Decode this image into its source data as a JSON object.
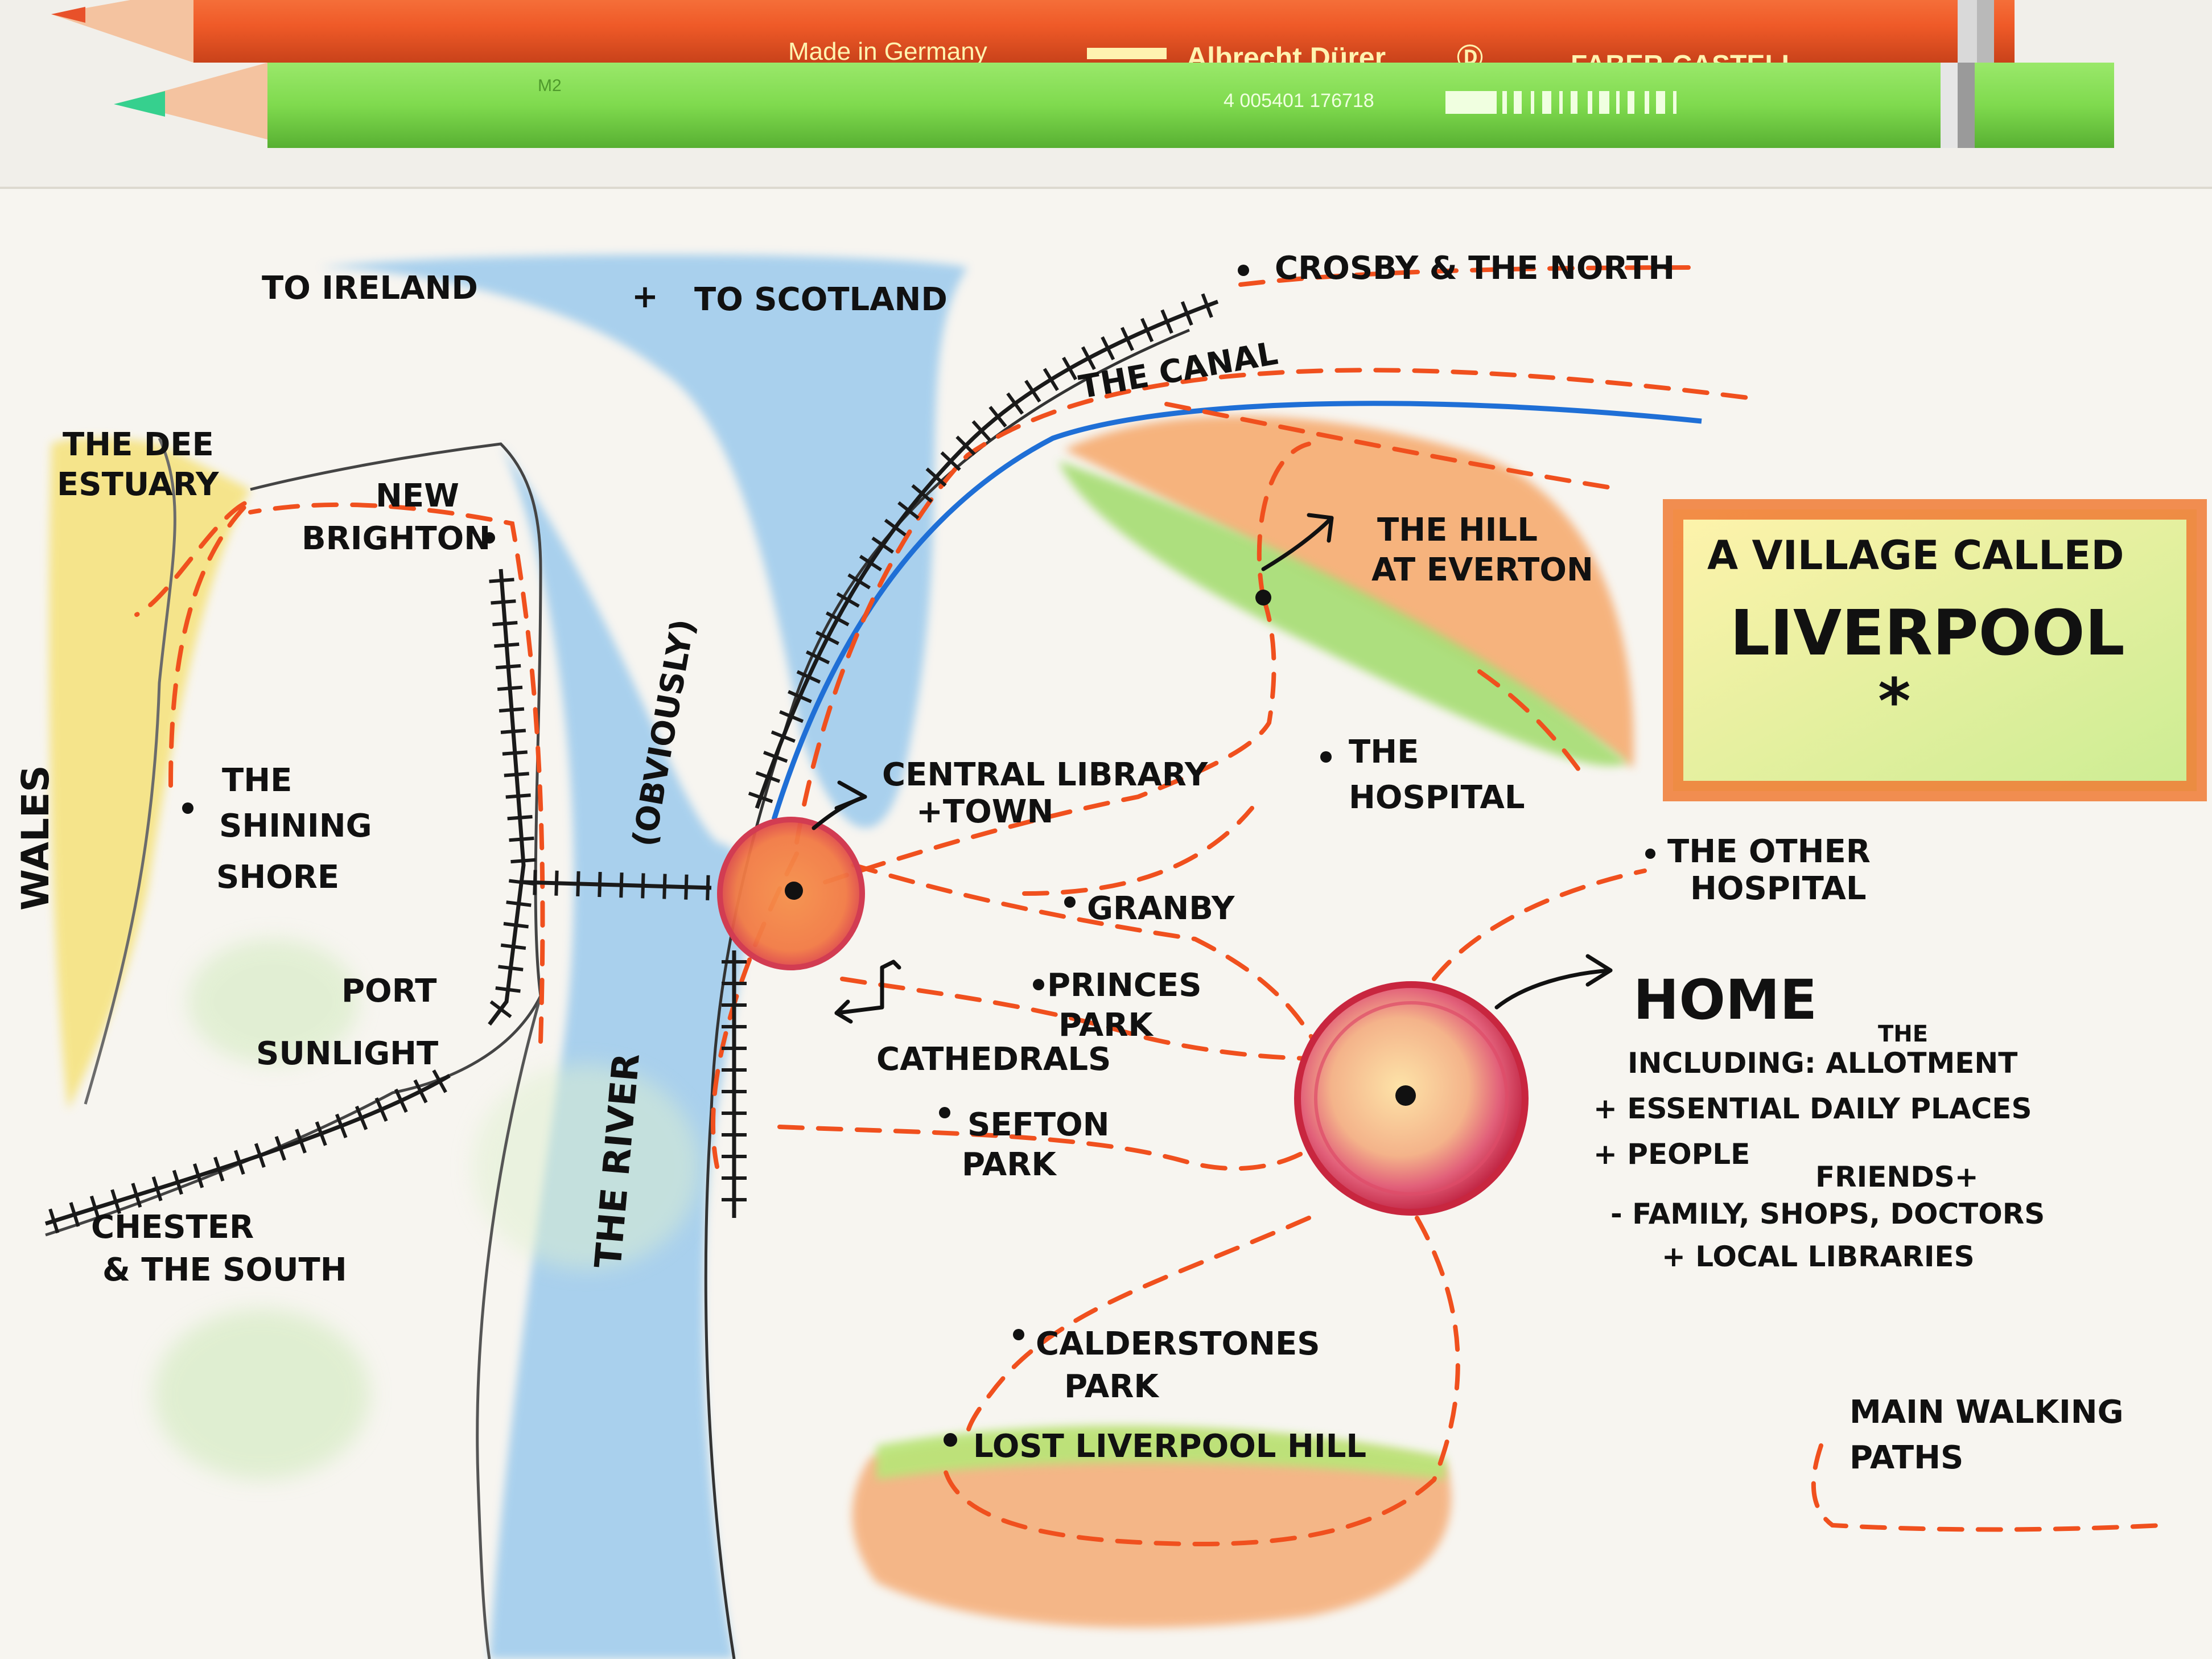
{
  "pencils": {
    "red": {
      "made_in": "Made in Germany",
      "brand1": "Albrecht Dürer",
      "brand2": "FABER-CASTELL"
    },
    "green": {
      "code": "M2",
      "barcode": "4 005401 176718"
    }
  },
  "title": {
    "line1": "A VILLAGE CALLED",
    "line2": "LIVERPOOL",
    "mark": "*"
  },
  "labels": {
    "to_ireland": "TO IRELAND",
    "plus": "+",
    "to_scotland": "TO SCOTLAND",
    "crosby": "CROSBY & THE NORTH",
    "canal": "THE CANAL",
    "dee1": "THE DEE",
    "dee2": "ESTUARY",
    "newb1": "NEW",
    "newb2": "BRIGHTON",
    "hill1": "THE HILL",
    "hill2": "AT EVERTON",
    "wales": "WALES",
    "shining1": "THE",
    "shining2": "SHINING",
    "shining3": "SHORE",
    "obviously": "(OBVIOUSLY)",
    "central1": "CENTRAL LIBRARY",
    "central2": "+TOWN",
    "hospital1": "THE",
    "hospital2": "HOSPITAL",
    "other1": "THE OTHER",
    "other2": "HOSPITAL",
    "granby": "GRANBY",
    "port1": "PORT",
    "port2": "SUNLIGHT",
    "princes1": "PRINCES",
    "princes2": "PARK",
    "cathedrals": "CATHEDRALS",
    "river": "THE RIVER",
    "sefton1": "SEFTON",
    "sefton2": "PARK",
    "chester1": "CHESTER",
    "chester2": "& THE SOUTH",
    "calder1": "CALDERSTONES",
    "calder2": "PARK",
    "lost": "LOST LIVERPOOL HILL"
  },
  "home": {
    "title": "HOME",
    "the": "THE",
    "line1": "INCLUDING: ALLOTMENT",
    "line2": "+ ESSENTIAL DAILY PLACES",
    "line3": "+ PEOPLE",
    "friends": "FRIENDS+",
    "line4": "- FAMILY, SHOPS, DOCTORS",
    "line5": "+ LOCAL LIBRARIES"
  },
  "legend": {
    "line1": "MAIN WALKING",
    "line2": "PATHS"
  },
  "colors": {
    "paper": "#f7f5f0",
    "walking_path": "#f0501e",
    "river": "#8fc4ec",
    "canal": "#1f6fd6",
    "railway": "#1a1a1a",
    "wales": "#f5e27a",
    "hill_orange": "#f6b07a",
    "hill_green": "#a6dd72",
    "home_ring": "#d8324a",
    "pencil_red": "#ef5a28",
    "pencil_green": "#7fda4e"
  }
}
